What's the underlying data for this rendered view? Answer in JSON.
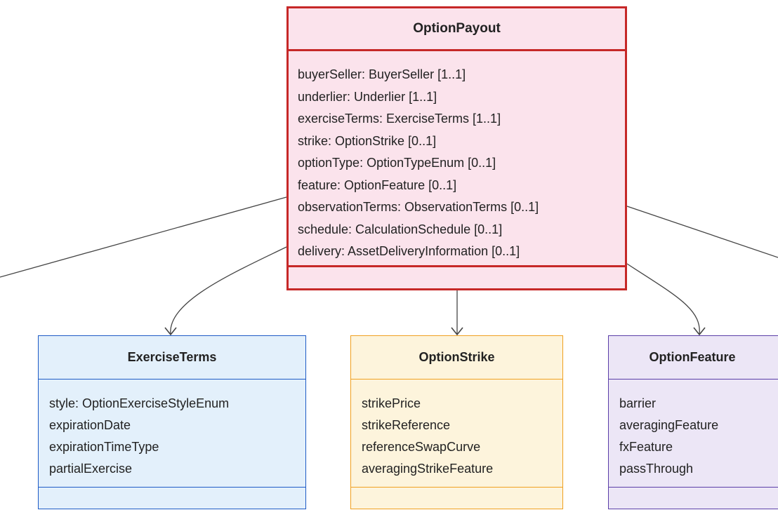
{
  "classes": {
    "option_payout": {
      "name": "OptionPayout",
      "attributes": [
        "buyerSeller: BuyerSeller [1..1]",
        "underlier: Underlier [1..1]",
        "exerciseTerms: ExerciseTerms [1..1]",
        "strike: OptionStrike [0..1]",
        "optionType: OptionTypeEnum [0..1]",
        "feature: OptionFeature [0..1]",
        "observationTerms: ObservationTerms [0..1]",
        "schedule: CalculationSchedule [0..1]",
        "delivery: AssetDeliveryInformation [0..1]"
      ],
      "fill": "#fbe3ec",
      "stroke": "#c62828"
    },
    "exercise_terms": {
      "name": "ExerciseTerms",
      "attributes": [
        "style: OptionExerciseStyleEnum",
        "expirationDate",
        "expirationTimeType",
        "partialExercise"
      ],
      "fill": "#e3f0fb",
      "stroke": "#1e5bc6"
    },
    "option_strike": {
      "name": "OptionStrike",
      "attributes": [
        "strikePrice",
        "strikeReference",
        "referenceSwapCurve",
        "averagingStrikeFeature"
      ],
      "fill": "#fdf4dc",
      "stroke": "#f0a020"
    },
    "option_feature": {
      "name": "OptionFeature",
      "attributes": [
        "barrier",
        "averagingFeature",
        "fxFeature",
        "passThrough"
      ],
      "fill": "#ece6f6",
      "stroke": "#5a3ea8"
    }
  },
  "relations": [
    {
      "from": "OptionPayout",
      "to": "ExerciseTerms"
    },
    {
      "from": "OptionPayout",
      "to": "OptionStrike"
    },
    {
      "from": "OptionPayout",
      "to": "OptionFeature"
    }
  ],
  "edge_color": "#444444"
}
